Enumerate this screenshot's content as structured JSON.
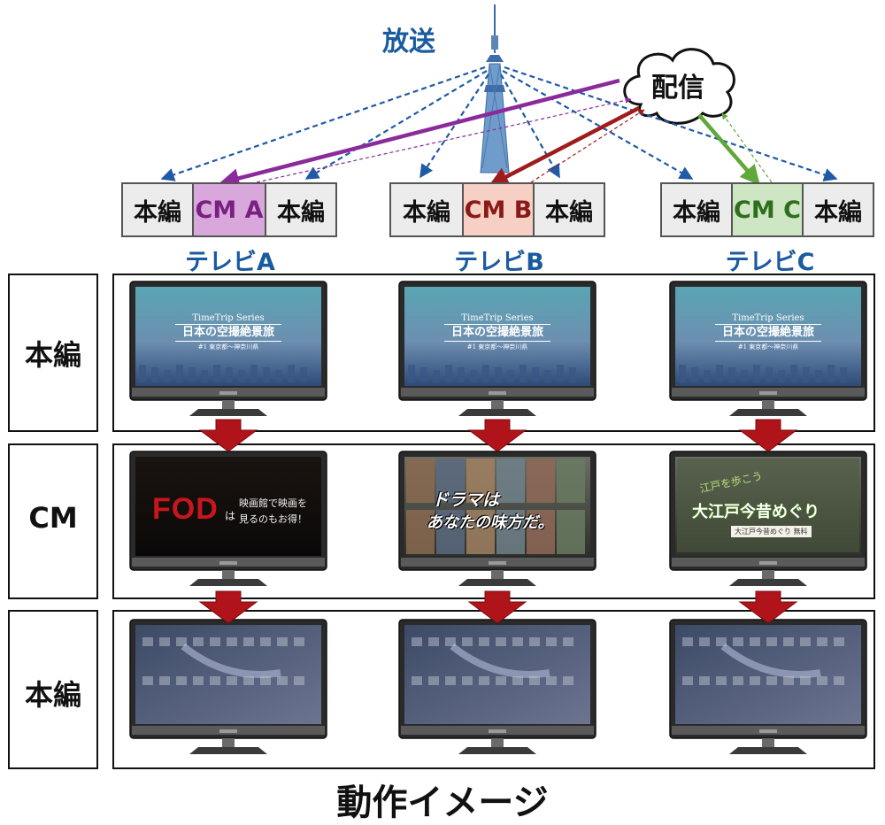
{
  "broadcast_label": "放送",
  "distribution_label": "配信",
  "channels": [
    {
      "name": "テレビA",
      "ad_label": "CM A",
      "ad_color": "#d8a8dc",
      "ad_text_color": "#7a2080",
      "arrow_color": "#8b2a9a"
    },
    {
      "name": "テレビB",
      "ad_label": "CM B",
      "ad_color": "#f6d0c4",
      "ad_text_color": "#8a1a18",
      "arrow_color": "#a01c1c"
    },
    {
      "name": "テレビC",
      "ad_label": "CM C",
      "ad_color": "#cfe6c4",
      "ad_text_color": "#2e6e1e",
      "arrow_color": "#5fa83a"
    }
  ],
  "program_label": "本編",
  "rows": [
    {
      "label": "本編"
    },
    {
      "label": "CM"
    },
    {
      "label": "本編"
    }
  ],
  "program_screen": {
    "series": "TimeTrip Series",
    "title": "日本の空撮絶景旅",
    "subtitle": "#1 東京都～神奈川県"
  },
  "ads": [
    {
      "brand": "FOD",
      "tag": "は",
      "copy_line1": "映画館で映画を",
      "copy_line2": "見るのもお得！"
    },
    {
      "headline1": "ドラマは",
      "headline2": "あなたの味方だ。"
    },
    {
      "kicker": "江戸を歩こう",
      "headline": "大江戸今昔めぐり",
      "button": "大江戸今昔めぐり 無料"
    }
  ],
  "footer": "動作イメージ",
  "colors": {
    "broadcast_arrow": "#1f5aa6",
    "down_arrow": "#b0141a",
    "tv_frame": "#2a2a2a"
  }
}
